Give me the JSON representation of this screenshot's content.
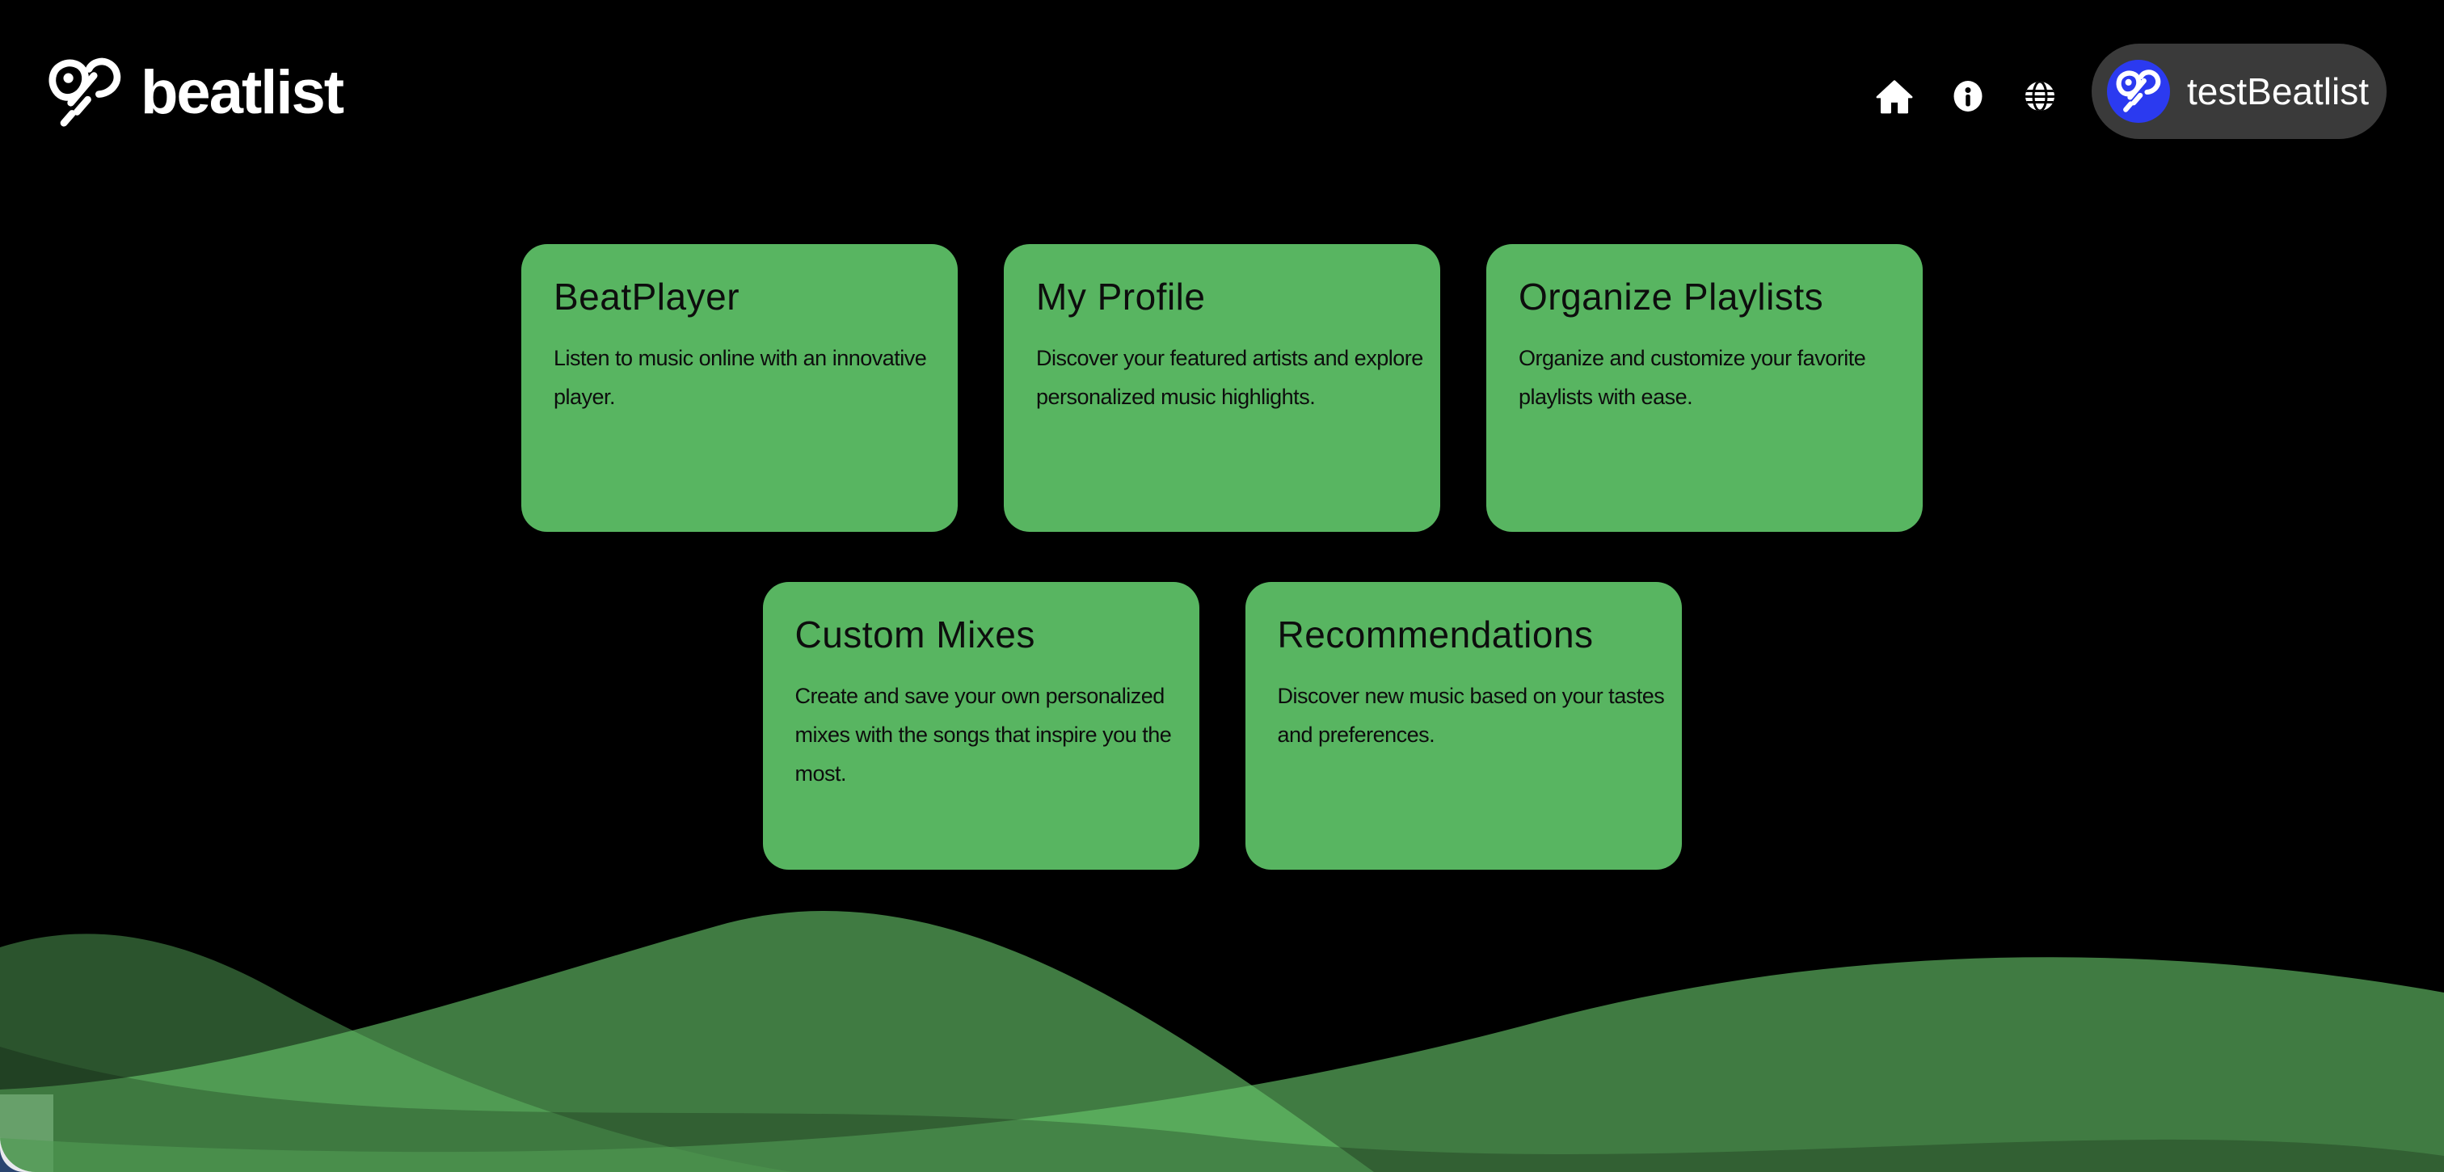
{
  "brand": {
    "name": "beatlist"
  },
  "header": {
    "nav_icons": [
      {
        "name": "home-icon"
      },
      {
        "name": "info-icon"
      },
      {
        "name": "globe-icon"
      }
    ],
    "user": {
      "name": "testBeatlist"
    }
  },
  "cards": [
    {
      "title": "BeatPlayer",
      "description": "Listen to music online with an innovative player."
    },
    {
      "title": "My Profile",
      "description": "Discover your featured artists and explore personalized music highlights."
    },
    {
      "title": "Organize Playlists",
      "description": "Organize and customize your favorite playlists with ease."
    },
    {
      "title": "Custom Mixes",
      "description": "Create and save your own personalized mixes with the songs that inspire you the most."
    },
    {
      "title": "Recommendations",
      "description": "Discover new music based on your tastes and preferences."
    }
  ],
  "colors": {
    "background": "#000000",
    "card_green": "#58b561",
    "wave_green": "#67c76b",
    "chip_bg": "#3a3a3a",
    "avatar_blue": "#2b3af0",
    "text_on_card": "#0d0d0d",
    "text_on_dark": "#ffffff",
    "corner_navy": "#2a4570",
    "corner_white": "#e9e9ee"
  }
}
